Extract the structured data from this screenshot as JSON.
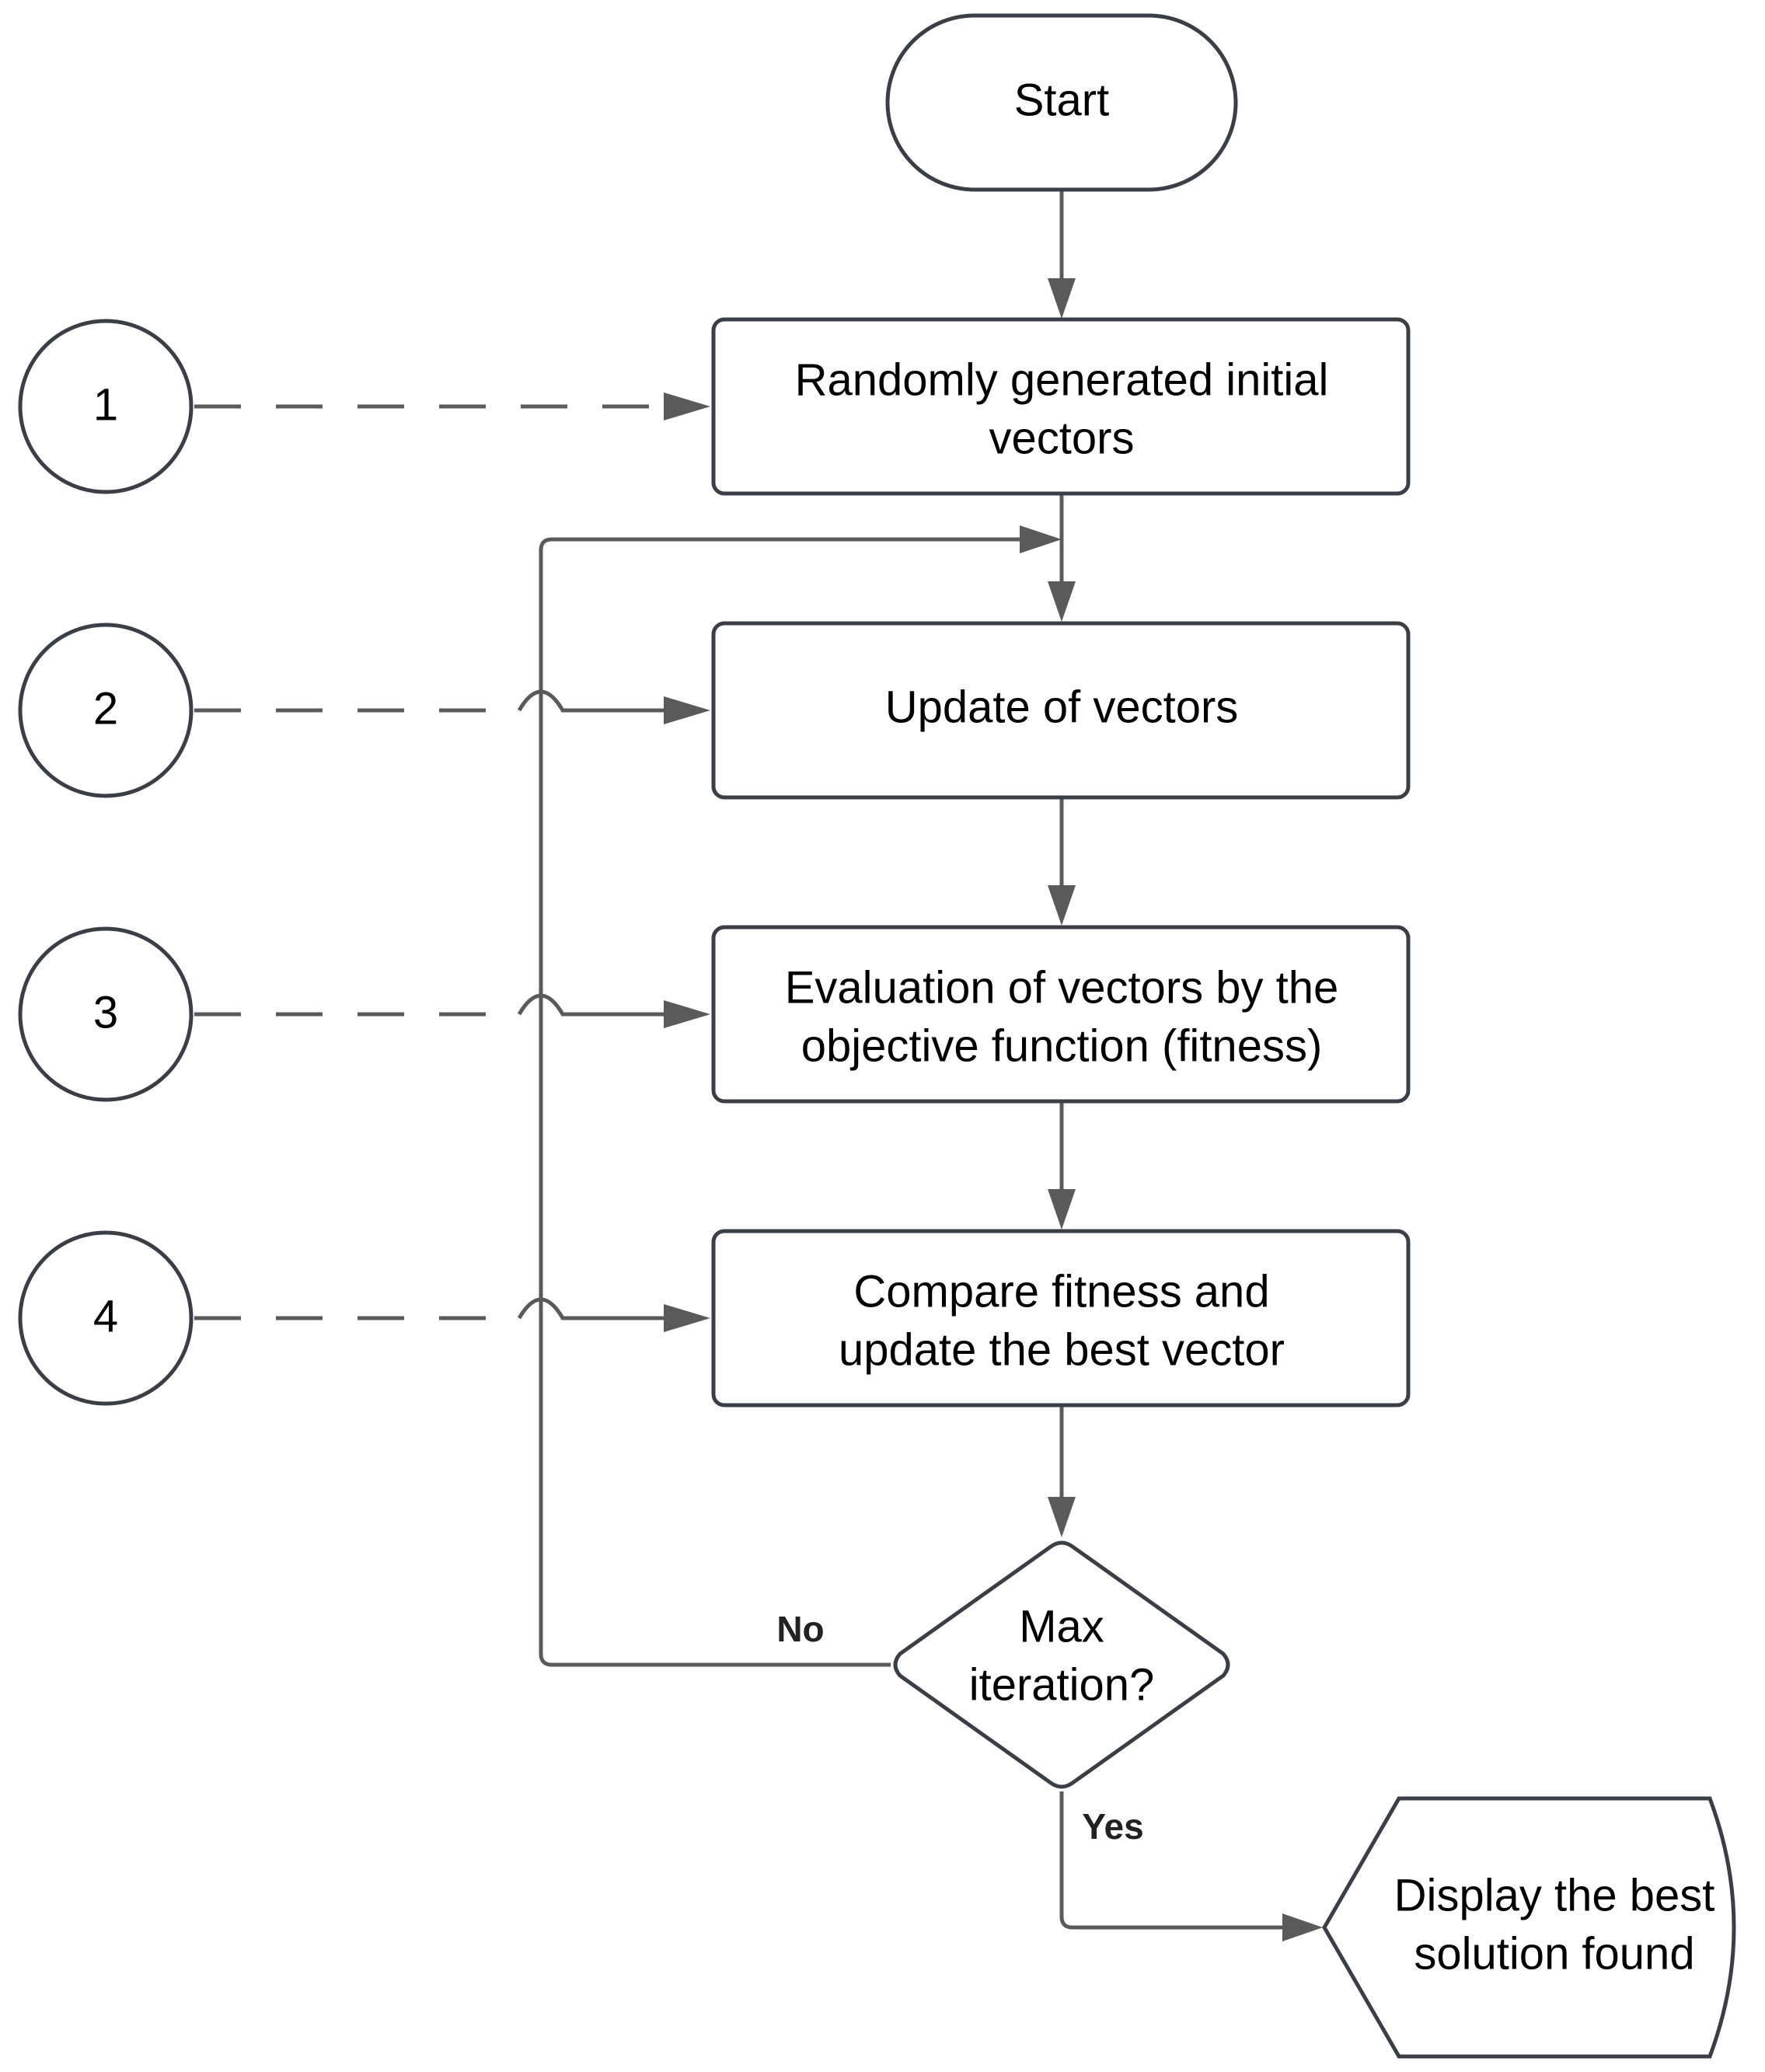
{
  "colors": {
    "shape_stroke": "#3a3f47",
    "connector": "#5a5a5a",
    "background": "#ffffff",
    "text": "#000000"
  },
  "nodes": {
    "start": {
      "label": "Start"
    },
    "init": {
      "line1": "Randomly generated initial",
      "line2": "vectors"
    },
    "update": {
      "label": "Update of vectors"
    },
    "evaluate": {
      "line1": "Evaluation of vectors by the",
      "line2": "objective function (fitness)"
    },
    "compare": {
      "line1": "Compare fitness and",
      "line2": "update the best vector"
    },
    "decision": {
      "line1": "Max",
      "line2": "iteration?"
    },
    "display": {
      "line1": "Display the best",
      "line2": "solution found"
    }
  },
  "markers": [
    "1",
    "2",
    "3",
    "4"
  ],
  "branches": {
    "no": "No",
    "yes": "Yes"
  }
}
